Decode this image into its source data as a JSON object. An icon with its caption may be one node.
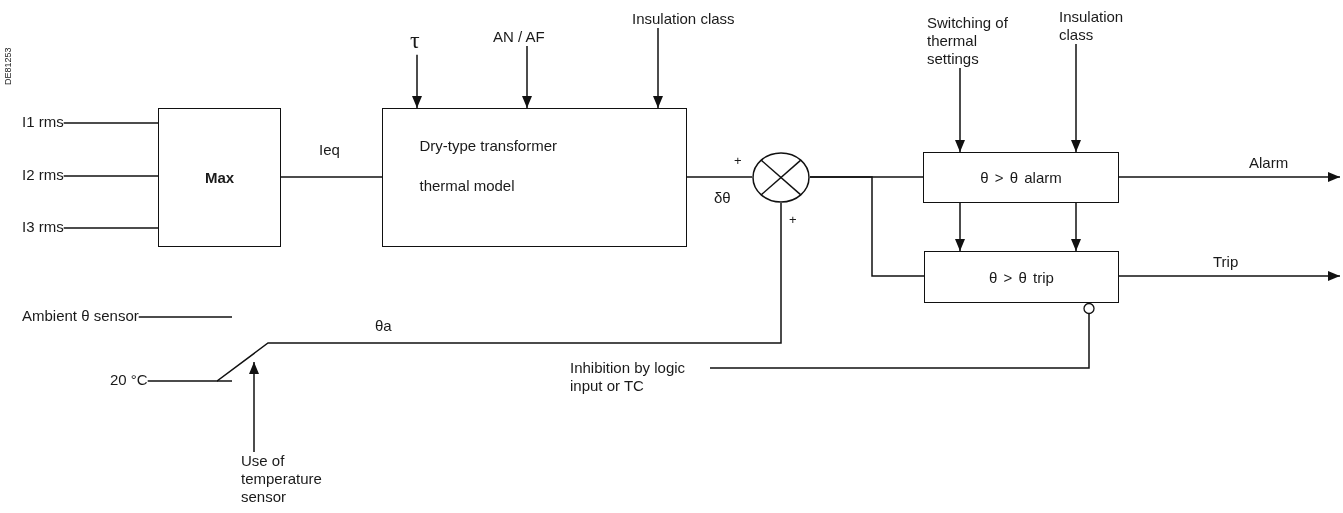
{
  "diagram": {
    "nodes": [
      {
        "text": [
          "I1 rms"
        ]
      },
      {
        "text": [
          "I2 rms"
        ]
      },
      {
        "text": [
          "I3 rms"
        ]
      },
      {
        "text": [
          "Max"
        ]
      },
      {
        "text": [
          "Dry-type transformer thermal model"
        ]
      },
      {
        "text": [
          "τ"
        ]
      },
      {
        "text": [
          "AN / AF"
        ]
      },
      {
        "text": [
          "Insulation class"
        ]
      },
      {
        "text": [],
        "shape": "circle"
      },
      {
        "text": [
          "θ > θ alarm"
        ]
      },
      {
        "text": [
          "θ > θ trip"
        ]
      },
      {
        "text": [
          "Switching of thermal settings"
        ]
      },
      {
        "text": [
          "Insulation class"
        ]
      },
      {
        "text": [
          "Ambient θ sensor"
        ]
      },
      {
        "text": [
          "20 °C"
        ]
      },
      {
        "text": [
          "Use of temperature sensor"
        ]
      },
      {
        "text": [
          "Inhibition by logic input or TC"
        ]
      }
    ],
    "edges": [
      {
        "from": 0,
        "to": 3,
        "arrow": "none"
      },
      {
        "from": 1,
        "to": 3,
        "arrow": "none"
      },
      {
        "from": 2,
        "to": 3,
        "arrow": "none"
      },
      {
        "from": 3,
        "to": 4,
        "arrow": "none",
        "label": "Ieq"
      },
      {
        "from": 5,
        "to": 4,
        "arrow": "to"
      },
      {
        "from": 6,
        "to": 4,
        "arrow": "to"
      },
      {
        "from": 7,
        "to": 4,
        "arrow": "to"
      },
      {
        "from": 4,
        "to": 8,
        "arrow": "none",
        "label": "δθ"
      },
      {
        "from": 8,
        "to": 9,
        "arrow": "none"
      },
      {
        "from": 8,
        "to": 10,
        "arrow": "none"
      },
      {
        "from": 11,
        "to": 9,
        "arrow": "to"
      },
      {
        "from": 12,
        "to": 9,
        "arrow": "to"
      },
      {
        "from": 9,
        "to": 10,
        "arrow": "to"
      },
      {
        "from": 9,
        "to": 10,
        "arrow": "to"
      },
      {
        "from": 9,
        "to": null,
        "arrow": "to",
        "label": "Alarm"
      },
      {
        "from": 10,
        "to": null,
        "arrow": "to",
        "label": "Trip"
      },
      {
        "from": 16,
        "to": 10,
        "arrow": "other"
      },
      {
        "from": 13,
        "to": null,
        "arrow": "none"
      },
      {
        "from": 14,
        "to": 8,
        "arrow": "none",
        "label": "θa"
      },
      {
        "from": 15,
        "to": null,
        "arrow": "to"
      }
    ],
    "labels": [
      "DE81253",
      "+",
      "+"
    ]
  }
}
